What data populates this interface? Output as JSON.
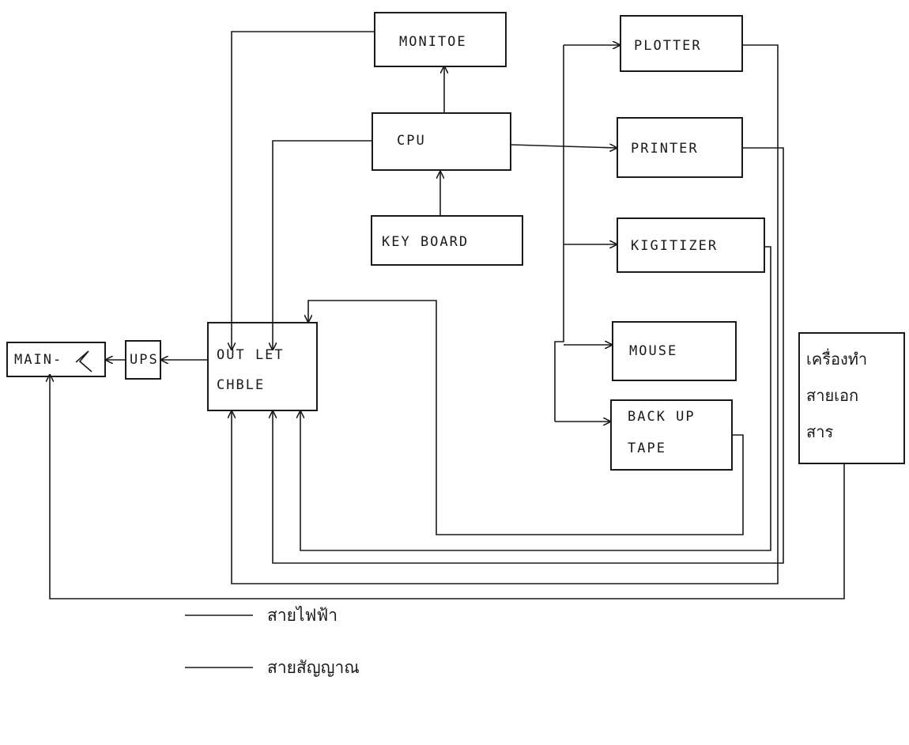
{
  "blocks": {
    "monitor": "MONITOE",
    "cpu": "CPU",
    "keyboard": "KEY BOARD",
    "plotter": "PLOTTER",
    "printer": "PRINTER",
    "digitizer": "KIGITIZER",
    "mouse": "MOUSE",
    "backup_tape": [
      "BACK UP",
      "TAPE"
    ],
    "main": "MAIN-",
    "ups": "UPS",
    "outlet": [
      "OUT LET",
      "CHBLE"
    ],
    "document_machine": [
      "เครื่องทำ",
      "สายเอก",
      "สาร"
    ]
  },
  "legend": {
    "power_line": "สายไฟฟ้า",
    "signal_line": "สายสัญญาณ"
  }
}
